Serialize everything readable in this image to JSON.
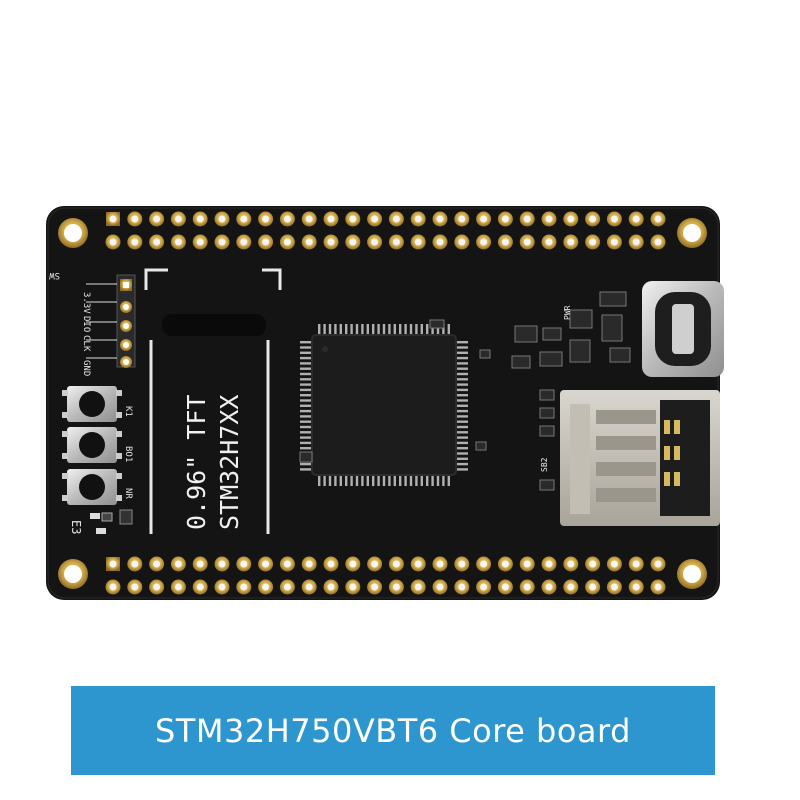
{
  "caption": "STM32H750VBT6 Core board",
  "silkscreen": {
    "lcd_line1": "0.96\" TFT",
    "lcd_line2": "STM32H7XX",
    "header_pins": [
      "SW",
      "3.3V",
      "DIO",
      "CLK",
      "GND"
    ],
    "button_labels": [
      "K1",
      "BO1",
      "NR"
    ],
    "led_label": "E3",
    "pwr_label": "PWR",
    "sd_label": "SB2"
  },
  "colors": {
    "caption_bg": "#2d96cf",
    "pcb": "#151515",
    "pad_gold": "#c9a648"
  }
}
